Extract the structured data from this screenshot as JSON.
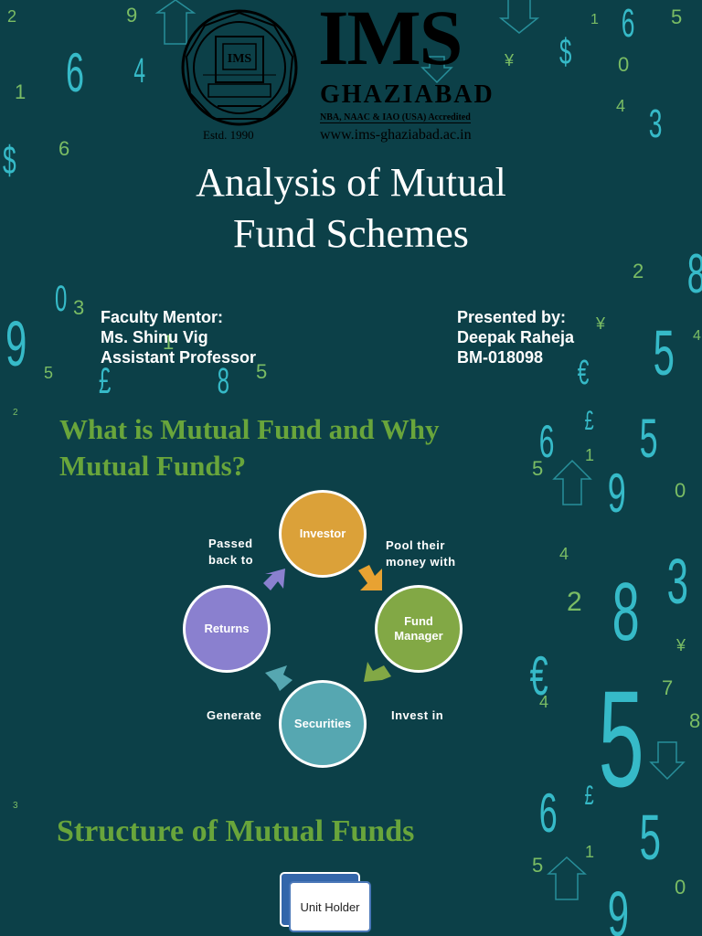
{
  "logo": {
    "name": "IMS",
    "city": "GHAZIABAD",
    "accreditation": "NBA, NAAC & IAO (USA) Accredited",
    "website": "www.ims-ghaziabad.ac.in",
    "seal_text": "IMS",
    "established": "Estd. 1990"
  },
  "title": {
    "line1": "Analysis of Mutual",
    "line2": "Fund Schemes"
  },
  "mentor": {
    "heading": "Faculty Mentor:",
    "name": "Ms. Shinu Vig",
    "role": "Assistant Professor"
  },
  "presenter": {
    "heading": "Presented by:",
    "name": "Deepak Raheja",
    "id": "BM-018098"
  },
  "section1": {
    "line1": "What is Mutual Fund and Why",
    "line2": "Mutual Funds?"
  },
  "cycle": {
    "nodes": {
      "investor": "Investor",
      "fund_manager_1": "Fund",
      "fund_manager_2": "Manager",
      "securities": "Securities",
      "returns": "Returns"
    },
    "edges": {
      "pool_1": "Pool their",
      "pool_2": "money with",
      "invest": "Invest in",
      "generate": "Generate",
      "passed_1": "Passed",
      "passed_2": "back to"
    },
    "colors": {
      "investor": "#dba139",
      "fund_manager": "#82a845",
      "securities": "#56a7b1",
      "returns": "#8a80cf"
    }
  },
  "section2": {
    "title": "Structure of Mutual Funds"
  },
  "structure": {
    "unit_holder": "Unit Holder"
  },
  "theme": {
    "background": "#0c4048",
    "heading_green": "#69a53b",
    "digit_cyan": "#3fd0df",
    "digit_green": "#8fd36a"
  }
}
